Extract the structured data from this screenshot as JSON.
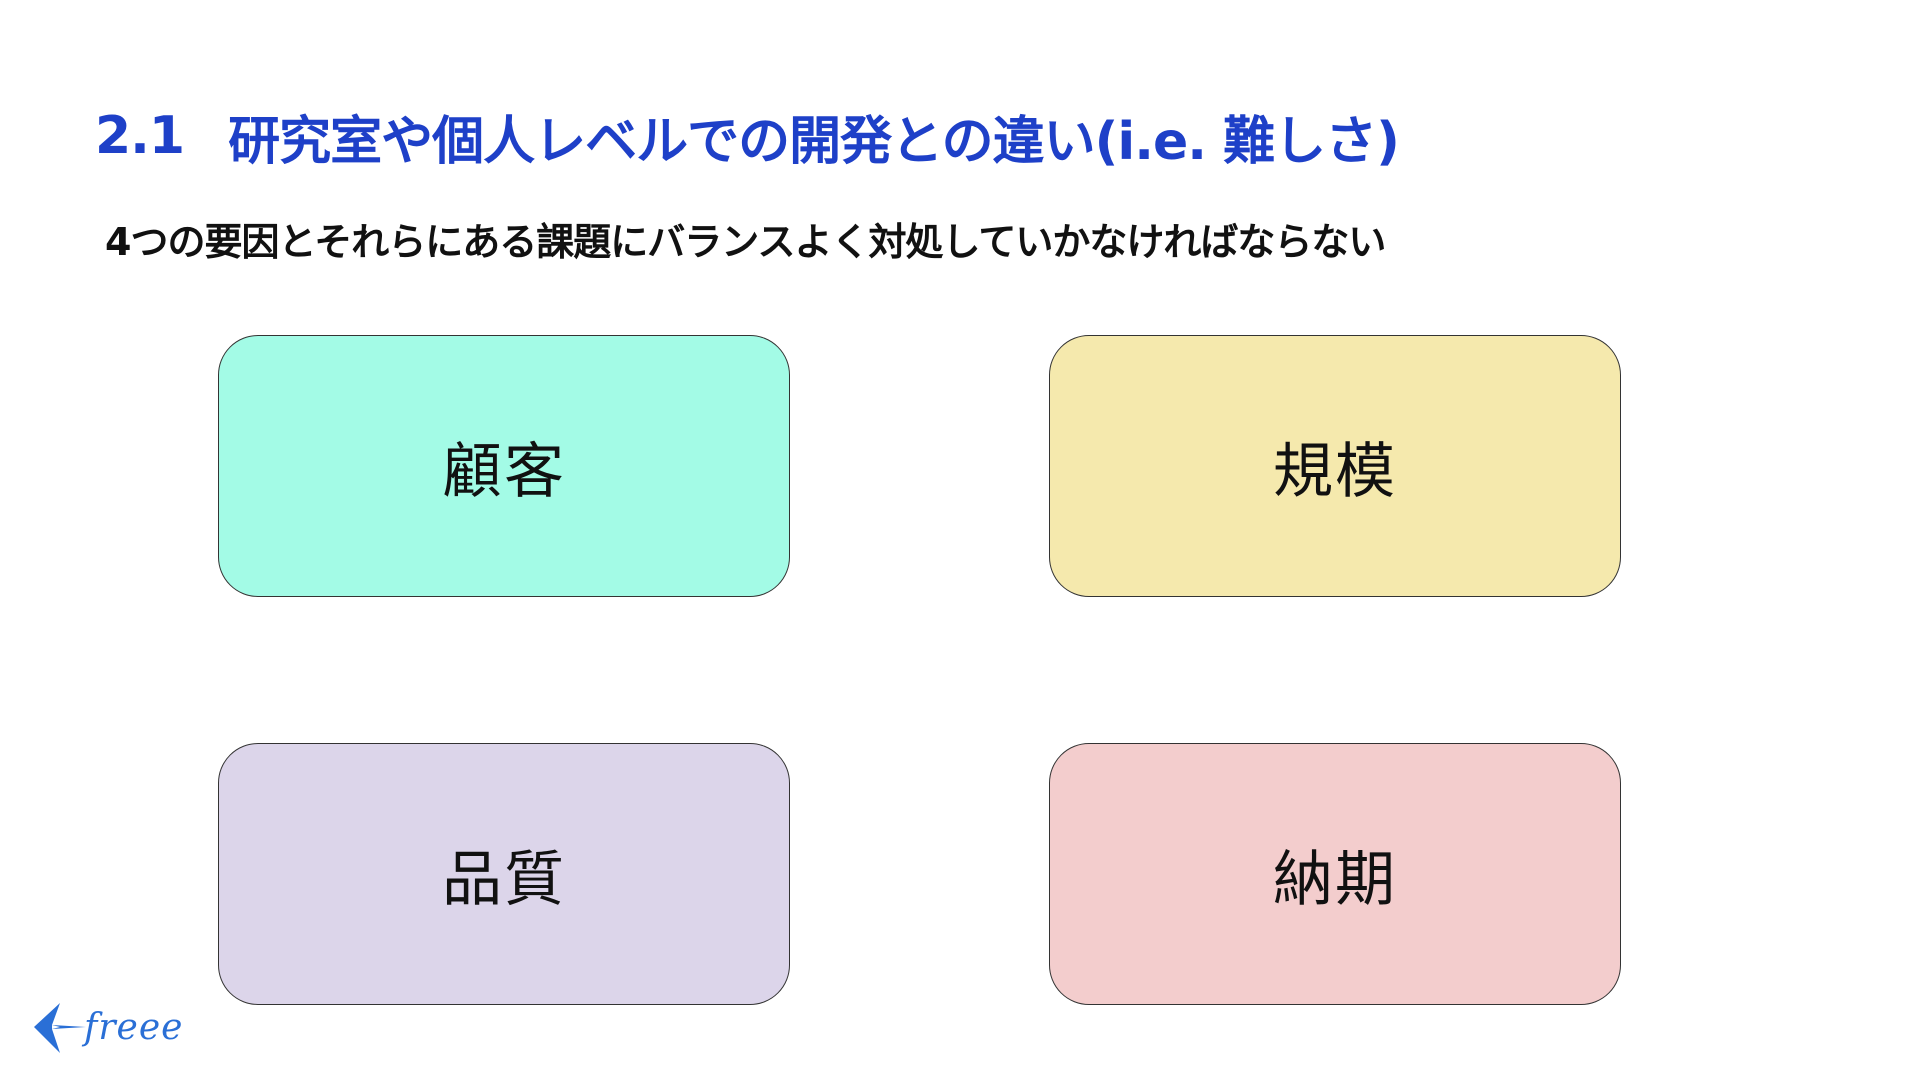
{
  "slide": {
    "title_number": "2.1",
    "title_text": "研究室や個人レベルでの開発との違い(i.e. 難しさ)",
    "subtitle": "4つの要因とそれらにある課題にバランスよく対処していかなければならない"
  },
  "factors": [
    {
      "label": "顧客",
      "color": "#a3fbe6"
    },
    {
      "label": "規模",
      "color": "#f5e9ad"
    },
    {
      "label": "品質",
      "color": "#dcd5ea"
    },
    {
      "label": "納期",
      "color": "#f3cdcd"
    }
  ],
  "logo": {
    "text": "freee",
    "icon": "paper-plane-bird-icon",
    "color": "#2a6fd6"
  }
}
